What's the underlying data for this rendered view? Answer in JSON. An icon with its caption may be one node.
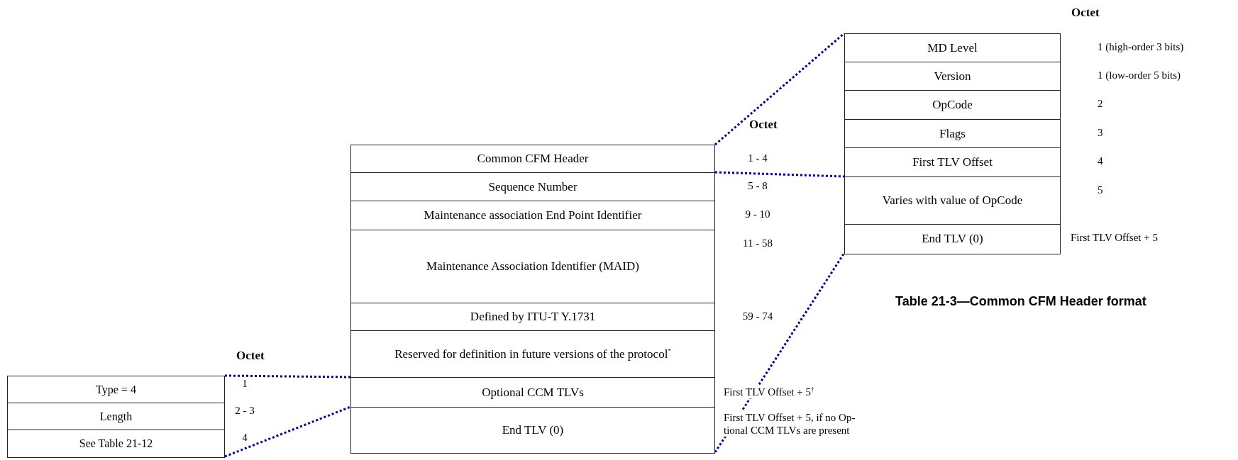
{
  "diagram": {
    "caption": "Table 21-3—Common CFM Header format",
    "nodes": [
      {
        "text": [
          "Type = 4"
        ],
        "beside": [
          "1"
        ]
      },
      {
        "text": [
          "Length"
        ],
        "beside": [
          "2 - 3"
        ]
      },
      {
        "text": [
          "See Table 21-12"
        ],
        "beside": [
          "4"
        ]
      },
      {
        "text": [
          "Common CFM Header"
        ],
        "beside": [
          "1 - 4"
        ]
      },
      {
        "text": [
          "Sequence Number"
        ],
        "beside": [
          "5 - 8"
        ]
      },
      {
        "text": [
          "Maintenance association End Point Identifier"
        ],
        "beside": [
          "9 - 10"
        ]
      },
      {
        "text": [
          "Maintenance Association Identifier (MAID)"
        ],
        "beside": [
          "11 - 58"
        ]
      },
      {
        "text": [
          "Defined by ITU-T Y.1731"
        ],
        "beside": [
          "59 - 74"
        ]
      },
      {
        "text": [
          "Reserved for definition in future versions of the protocol$^{*}$"
        ]
      },
      {
        "text": [
          "Optional CCM TLVs"
        ],
        "beside": [
          "First TLV Offset + 5$^{†}$"
        ]
      },
      {
        "text": [
          "End TLV (0)"
        ],
        "beside": [
          "First TLV Offset + 5, if no Op-tional CCM TLVs are present"
        ]
      },
      {
        "text": [
          "MD Level"
        ],
        "beside": [
          "1 (high-order 3 bits)"
        ]
      },
      {
        "text": [
          "Version"
        ],
        "beside": [
          "1 (low-order 5 bits)"
        ]
      },
      {
        "text": [
          "OpCode"
        ],
        "beside": [
          "2"
        ]
      },
      {
        "text": [
          "Flags"
        ],
        "beside": [
          "3"
        ]
      },
      {
        "text": [
          "First TLV Offset"
        ],
        "beside": [
          "4"
        ]
      },
      {
        "text": [
          "Varies with value of OpCode"
        ],
        "beside": [
          "5"
        ]
      },
      {
        "text": [
          "End TLV (0)"
        ],
        "beside": [
          "First TLV Offset + 5"
        ]
      }
    ],
    "edges": [
      {
        "from": 0,
        "to": 9,
        "arrow": "none"
      },
      {
        "from": 2,
        "to": 9,
        "arrow": "none"
      },
      {
        "from": 3,
        "to": 11,
        "arrow": "none"
      },
      {
        "from": 3,
        "to": 15,
        "arrow": "none"
      },
      {
        "from": 10,
        "to": 17,
        "arrow": "none"
      }
    ],
    "labels": [
      "Octet",
      "Octet",
      "Octet"
    ]
  }
}
